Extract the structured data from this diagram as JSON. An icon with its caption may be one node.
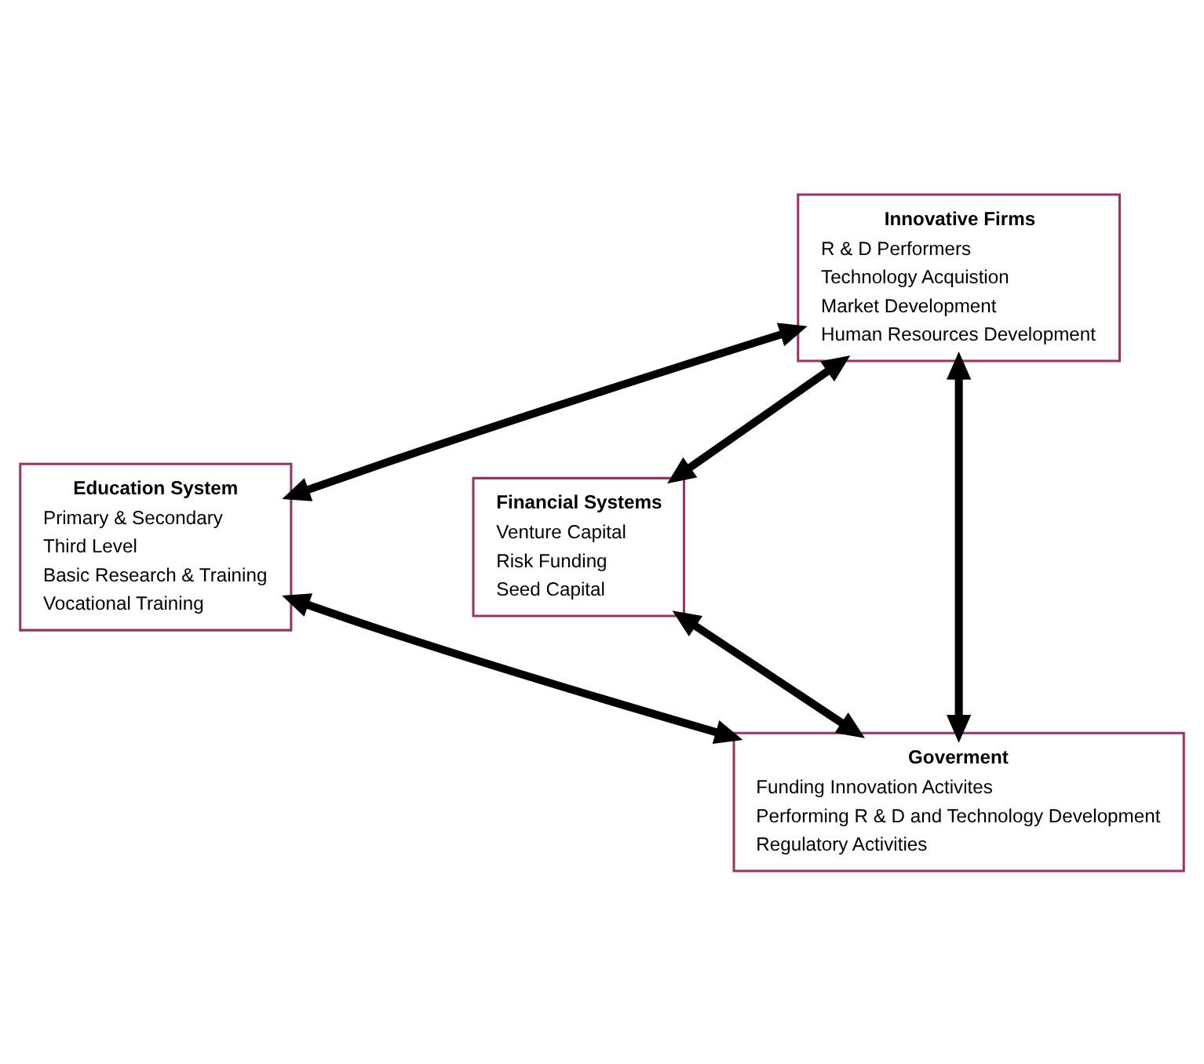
{
  "diagram": {
    "nodes": [
      {
        "text": [
          "Innovative Firms",
          "R & D Performers",
          "Technology Acquistion",
          "Market Development",
          "Human Resources Development"
        ]
      },
      {
        "text": [
          "Education System",
          "Primary & Secondary",
          "Third Level",
          "Basic Research & Training",
          "Vocational Training"
        ]
      },
      {
        "text": [
          "Financial Systems",
          "Venture Capital",
          "Risk Funding",
          "Seed Capital"
        ]
      },
      {
        "text": [
          "Goverment",
          "Funding Innovation Activites",
          "Performing R & D and Technology Development",
          "Regulatory Activities"
        ]
      }
    ],
    "edges": [
      {
        "from": 0,
        "to": 1,
        "arrow": "both"
      },
      {
        "from": 0,
        "to": 2,
        "arrow": "both"
      },
      {
        "from": 0,
        "to": 3,
        "arrow": "both"
      },
      {
        "from": 1,
        "to": 3,
        "arrow": "both"
      },
      {
        "from": 2,
        "to": 3,
        "arrow": "both"
      }
    ]
  }
}
